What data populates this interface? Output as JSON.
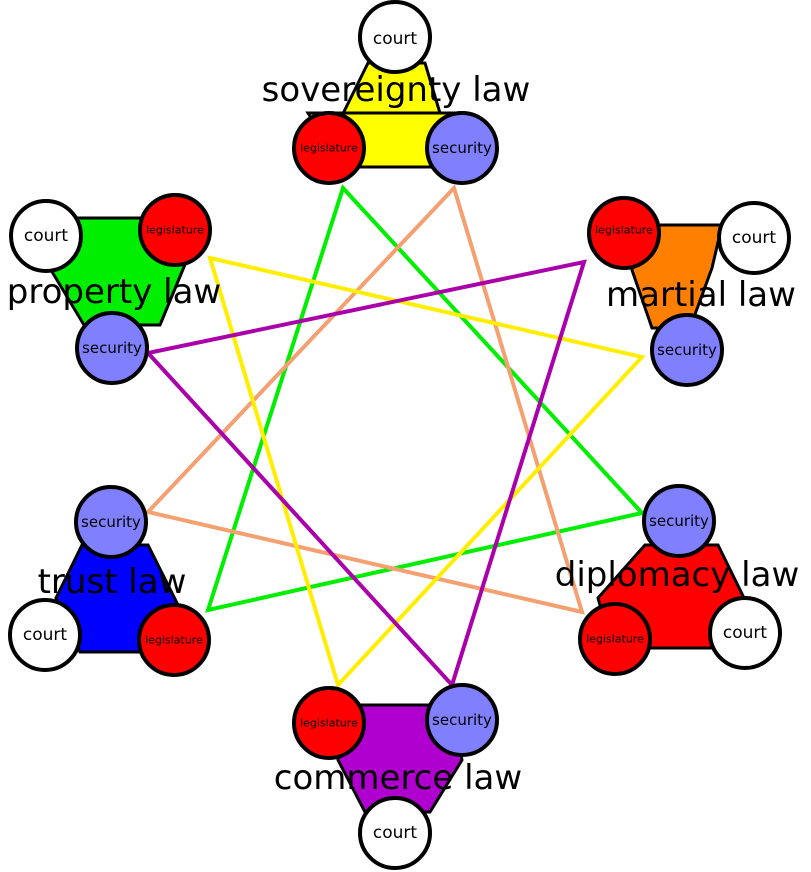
{
  "colors": {
    "node_court": "#ffffff",
    "node_legislature": "#ff0000",
    "node_security": "#8080ff",
    "green_line": "#00ee00",
    "salmon_line": "#f4a070",
    "yellow_line": "#ffee00",
    "purple_line": "#aa00aa"
  },
  "groups": [
    {
      "id": "sovereignty",
      "label": "sovereignty law",
      "fill": "#ffff00",
      "nodes": [
        {
          "role": "court",
          "text": "court"
        },
        {
          "role": "legislature",
          "text": "legislature"
        },
        {
          "role": "security",
          "text": "security"
        }
      ]
    },
    {
      "id": "martial",
      "label": "martial law",
      "fill": "#ff8000",
      "nodes": [
        {
          "role": "legislature",
          "text": "legislature"
        },
        {
          "role": "court",
          "text": "court"
        },
        {
          "role": "security",
          "text": "security"
        }
      ]
    },
    {
      "id": "diplomacy",
      "label": "diplomacy law",
      "fill": "#ff0000",
      "nodes": [
        {
          "role": "security",
          "text": "security"
        },
        {
          "role": "legislature",
          "text": "legislature"
        },
        {
          "role": "court",
          "text": "court"
        }
      ]
    },
    {
      "id": "commerce",
      "label": "commerce law",
      "fill": "#b000d0",
      "nodes": [
        {
          "role": "legislature",
          "text": "legislature"
        },
        {
          "role": "security",
          "text": "security"
        },
        {
          "role": "court",
          "text": "court"
        }
      ]
    },
    {
      "id": "trust",
      "label": "trust law",
      "fill": "#0000ff",
      "nodes": [
        {
          "role": "security",
          "text": "security"
        },
        {
          "role": "court",
          "text": "court"
        },
        {
          "role": "legislature",
          "text": "legislature"
        }
      ]
    },
    {
      "id": "property",
      "label": "property law",
      "fill": "#00ee00",
      "nodes": [
        {
          "role": "court",
          "text": "court"
        },
        {
          "role": "legislature",
          "text": "legislature"
        },
        {
          "role": "security",
          "text": "security"
        }
      ]
    }
  ]
}
